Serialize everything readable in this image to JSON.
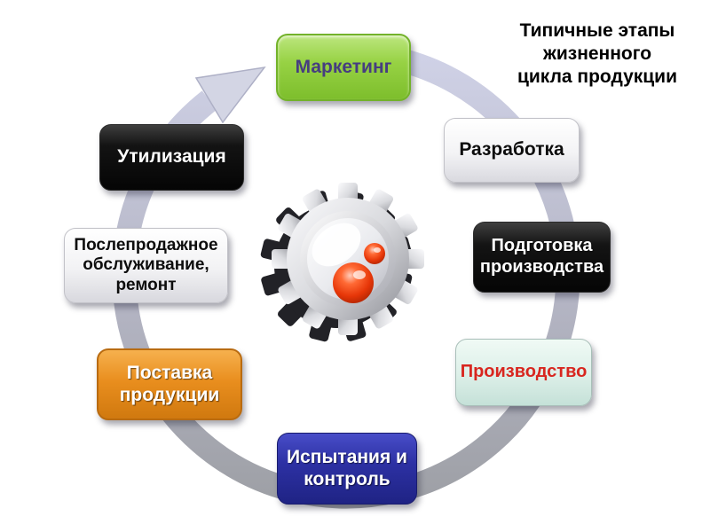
{
  "title": {
    "text": "Типичные этапы жизненного цикла продукции",
    "lines": [
      "Типичные этапы",
      "жизненного",
      "цикла продукции"
    ],
    "color": "#000000"
  },
  "cycle": {
    "direction": "clockwise",
    "ring_color_top": "#CFD1E6",
    "ring_color_bottom": "#9EA0A6",
    "arrow_color": "#D3D5E4",
    "center_icon": "gear-with-red-spheres-icon",
    "stages": [
      {
        "id": "marketing",
        "label": "Маркетинг",
        "bg": "#8FCE3F",
        "text_color": "#463D80",
        "position": "top"
      },
      {
        "id": "razrabotka",
        "label": "Разработка",
        "bg": "#F3F3F5",
        "text_color": "#0D0D0D",
        "position": "upper-right"
      },
      {
        "id": "podgotovka",
        "label": "Подготовка производства",
        "bg": "#121212",
        "text_color": "#FFFFFF",
        "position": "right"
      },
      {
        "id": "proizvodstvo",
        "label": "Производство",
        "bg": "#DCEFE8",
        "text_color": "#D8261F",
        "position": "lower-right"
      },
      {
        "id": "ispytaniya",
        "label": "Испытания и контроль",
        "bg": "#2D31A4",
        "text_color": "#FFFFFF",
        "position": "bottom"
      },
      {
        "id": "postavka",
        "label": "Поставка продукции",
        "bg": "#E98E1E",
        "text_color": "#FFFFFF",
        "position": "lower-left"
      },
      {
        "id": "service",
        "label": "Послепродажное обслуживание, ремонт",
        "bg": "#F2F2F4",
        "text_color": "#0D0D0D",
        "position": "left"
      },
      {
        "id": "utilizaciya",
        "label": "Утилизация",
        "bg": "#121212",
        "text_color": "#FFFFFF",
        "position": "upper-left"
      }
    ]
  }
}
